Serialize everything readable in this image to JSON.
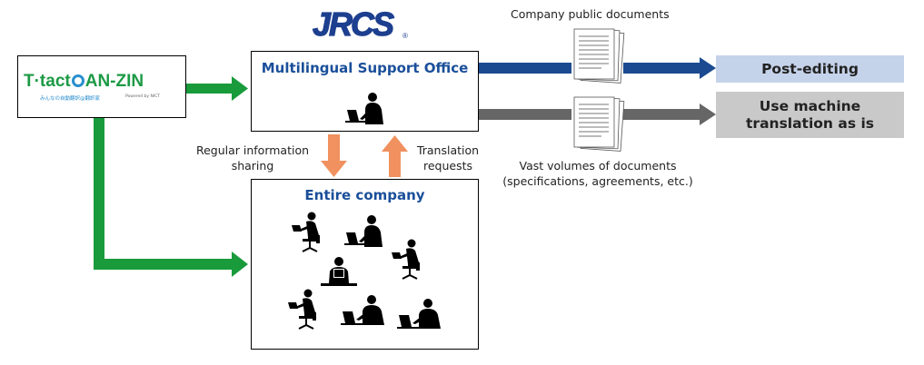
{
  "jrcs_logo": {
    "text": "JRCS",
    "mark": "®"
  },
  "tanzin_logo": {
    "name_left": "T·tact",
    "name_right": "AN-ZIN",
    "tagline": "みんなの自動翻訳@翻訳家",
    "powered": "Powered by NICT"
  },
  "support_office": {
    "title": "Multilingual Support Office"
  },
  "entire_company": {
    "title": "Entire company"
  },
  "labels": {
    "regular_info": [
      "Regular information",
      "sharing"
    ],
    "translation_requests": [
      "Translation",
      "requests"
    ],
    "company_public_docs": "Company public documents",
    "vast_volumes": [
      "Vast volumes of documents",
      "(specifications, agreements, etc.)"
    ]
  },
  "outcomes": {
    "post_editing": "Post-editing",
    "use_mt": [
      "Use machine",
      "translation as is"
    ]
  },
  "colors": {
    "green": "#199b3c",
    "navy": "#1b4a91",
    "gray": "#666666",
    "orange": "#f0915f",
    "title_blue": "#1a4f9a",
    "post_editing_bg": "#c5d3ea",
    "use_mt_bg": "#c9c9c9"
  },
  "icons": [
    "person-laptop-icon",
    "document-stack-icon",
    "arrow-icon"
  ]
}
